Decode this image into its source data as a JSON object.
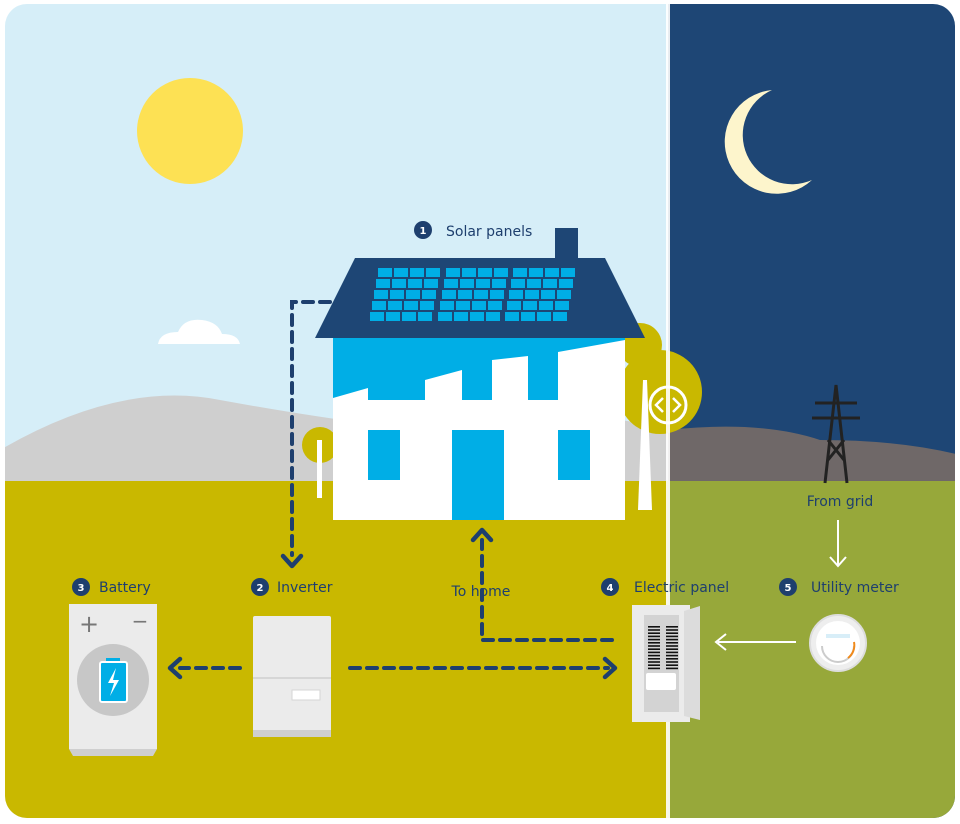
{
  "title": "Home solar power system diagram",
  "colors": {
    "day_sky": "#d6eef8",
    "night_sky": "#1e4675",
    "day_ground": "#c9b800",
    "night_ground": "#97a83a",
    "house_blue": "#00aee6",
    "navy": "#1e3f6e"
  },
  "components": [
    {
      "number": "1",
      "label": "Solar panels"
    },
    {
      "number": "2",
      "label": "Inverter"
    },
    {
      "number": "3",
      "label": "Battery"
    },
    {
      "number": "4",
      "label": "Electric panel"
    },
    {
      "number": "5",
      "label": "Utility meter"
    }
  ],
  "flows": {
    "to_home": "To home",
    "from_grid": "From grid"
  },
  "battery": {
    "plus": "+",
    "minus": "−"
  }
}
